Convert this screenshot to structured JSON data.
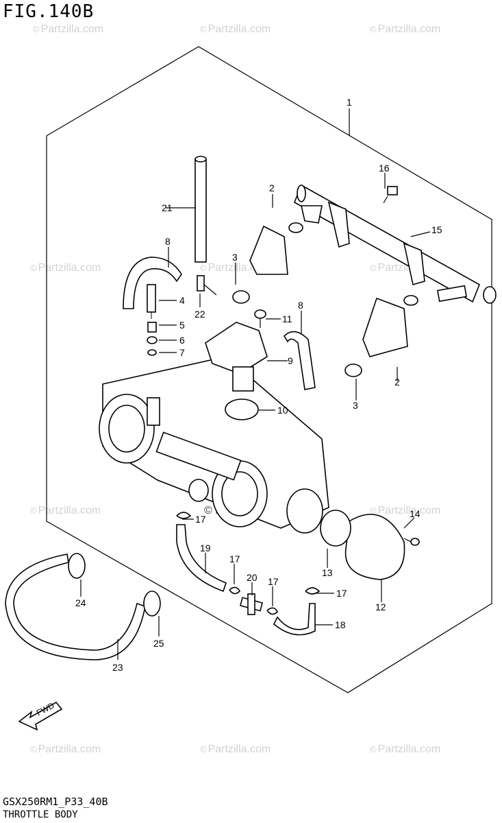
{
  "figure": {
    "title": "FIG.140B",
    "code": "GSX250RM1_P33_40B",
    "caption": "THROTTLE BODY",
    "fwd_label": "FWD"
  },
  "watermark": {
    "text": "Partzilla.com",
    "copyright": "©"
  },
  "center_watermark": "© Partzilla.com",
  "callouts": [
    "1",
    "2",
    "2",
    "3",
    "3",
    "4",
    "5",
    "6",
    "7",
    "8",
    "8",
    "9",
    "10",
    "11",
    "12",
    "13",
    "14",
    "15",
    "16",
    "17",
    "17",
    "17",
    "17",
    "18",
    "19",
    "20",
    "21",
    "22",
    "23",
    "24",
    "25"
  ]
}
